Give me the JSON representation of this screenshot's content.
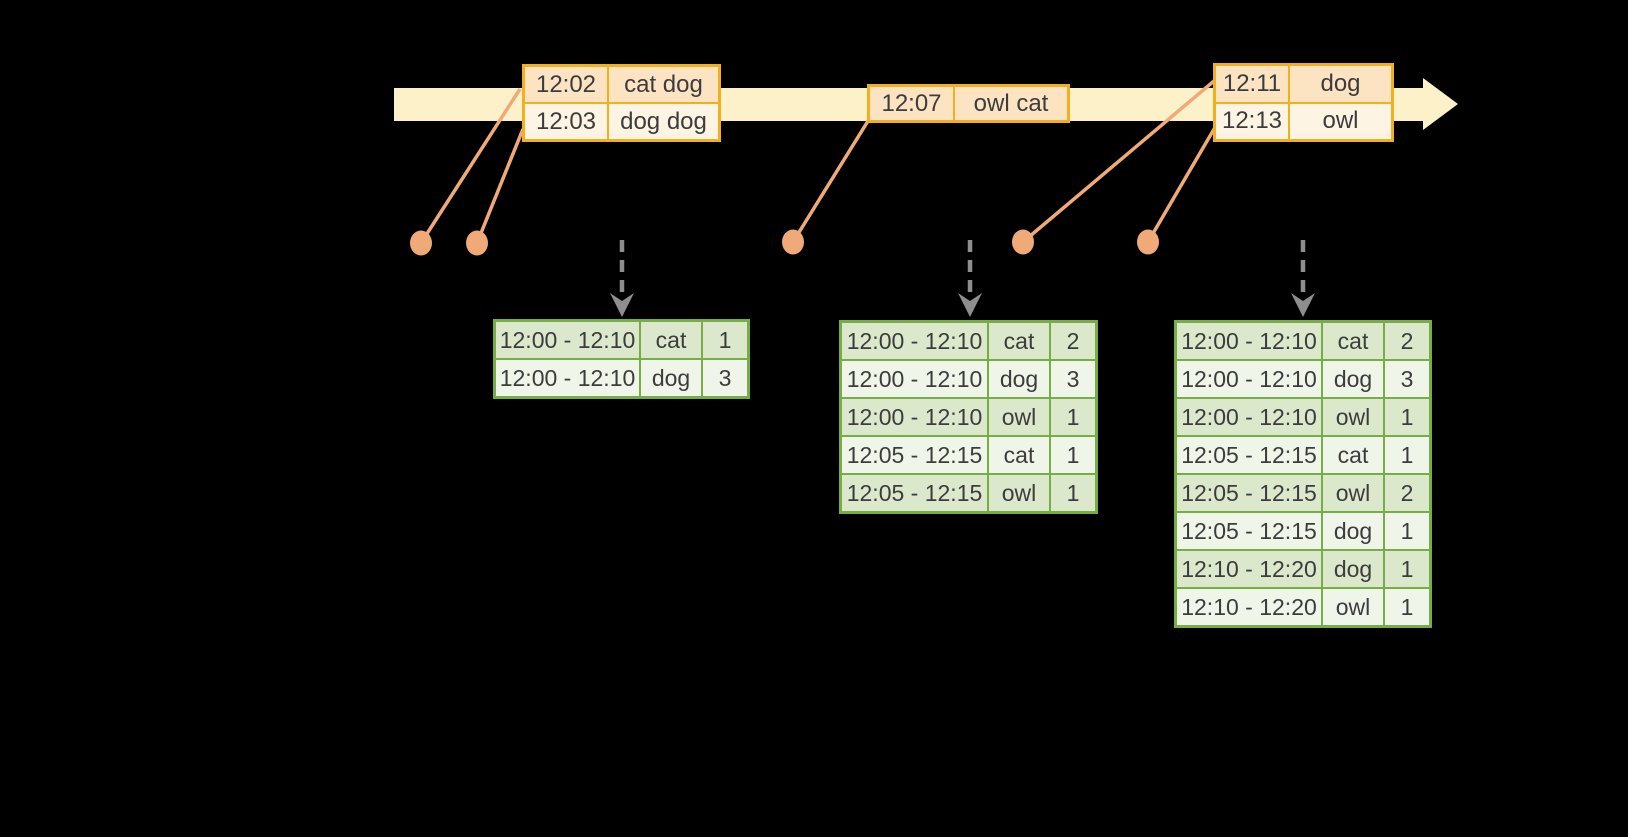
{
  "colors": {
    "background": "#000000",
    "timeline_fill": "#FCF1C9",
    "event_table_border": "#F2B01E",
    "event_row_dark": "#FCE4C3",
    "event_row_light": "#FDF4E3",
    "connector_salmon": "#F0AA78",
    "trigger_arrow_gray": "#8E8E8E",
    "result_table_border": "#76AD45",
    "result_row_dark": "#DBE8CC",
    "result_row_light": "#F0F5EA",
    "text": "#3C3C3C"
  },
  "event_tables": [
    {
      "rows": [
        {
          "time": "12:02",
          "words": "cat dog"
        },
        {
          "time": "12:03",
          "words": "dog dog"
        }
      ]
    },
    {
      "rows": [
        {
          "time": "12:07",
          "words": "owl cat"
        }
      ]
    },
    {
      "rows": [
        {
          "time": "12:11",
          "words": "dog"
        },
        {
          "time": "12:13",
          "words": "owl"
        }
      ]
    }
  ],
  "result_tables": [
    {
      "rows": [
        {
          "window": "12:00 - 12:10",
          "word": "cat",
          "count": "1"
        },
        {
          "window": "12:00 - 12:10",
          "word": "dog",
          "count": "3"
        }
      ]
    },
    {
      "rows": [
        {
          "window": "12:00 - 12:10",
          "word": "cat",
          "count": "2"
        },
        {
          "window": "12:00 - 12:10",
          "word": "dog",
          "count": "3"
        },
        {
          "window": "12:00 - 12:10",
          "word": "owl",
          "count": "1"
        },
        {
          "window": "12:05 - 12:15",
          "word": "cat",
          "count": "1"
        },
        {
          "window": "12:05 - 12:15",
          "word": "owl",
          "count": "1"
        }
      ]
    },
    {
      "rows": [
        {
          "window": "12:00 - 12:10",
          "word": "cat",
          "count": "2"
        },
        {
          "window": "12:00 - 12:10",
          "word": "dog",
          "count": "3"
        },
        {
          "window": "12:00 - 12:10",
          "word": "owl",
          "count": "1"
        },
        {
          "window": "12:05 - 12:15",
          "word": "cat",
          "count": "1"
        },
        {
          "window": "12:05 - 12:15",
          "word": "owl",
          "count": "2"
        },
        {
          "window": "12:05 - 12:15",
          "word": "dog",
          "count": "1"
        },
        {
          "window": "12:10 - 12:20",
          "word": "dog",
          "count": "1"
        },
        {
          "window": "12:10 - 12:20",
          "word": "owl",
          "count": "1"
        }
      ]
    }
  ]
}
